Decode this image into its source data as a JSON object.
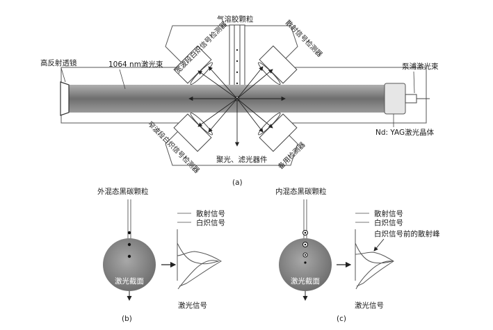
{
  "panel_a": {
    "particle_label": "气溶胶颗粒",
    "mirror_label": "高反射透镜",
    "beam_label": "1064 nm激光束",
    "pump_label": "泵浦激光束",
    "crystal_label": "Nd: YAG激光晶体",
    "detector_top_left": "宽波段白炽信号检测器",
    "detector_top_right": "散射信号检测器",
    "detector_bottom_left": "窄波段白炽信号检测器",
    "detector_bottom_right": "备用检测器",
    "optics_label": "聚光、滤光器件",
    "caption": "(a)"
  },
  "panel_b": {
    "title": "外混态黑碳颗粒",
    "legend_scatter": "散射信号",
    "legend_incand": "白炽信号",
    "section_label": "激光截面",
    "signal_label": "激光信号",
    "caption": "(b)"
  },
  "panel_c": {
    "title": "内混态黑碳颗粒",
    "legend_scatter": "散射信号",
    "legend_incand": "白炽信号",
    "peak_label": "白炽信号前的散射峰",
    "section_label": "激光截面",
    "signal_label": "激光信号",
    "caption": "(c)"
  },
  "colors": {
    "beam": "#7a7a7a",
    "laser_section": "#8a8a8a",
    "frame": "#555555"
  }
}
